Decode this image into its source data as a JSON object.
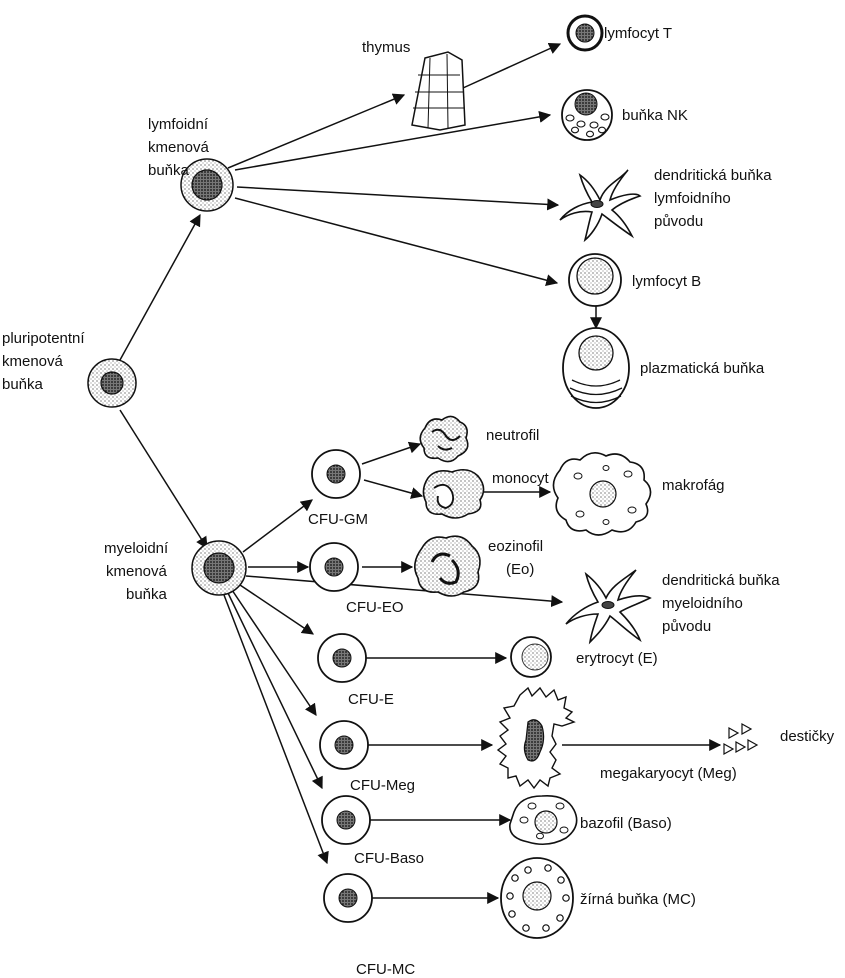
{
  "labels": {
    "pluripotent": [
      "pluripotentní",
      "kmenová",
      "buňka"
    ],
    "lymphoid": [
      "lymfoidní",
      "kmenová",
      "buňka"
    ],
    "myeloid": [
      "myeloidní",
      "kmenová",
      "buňka"
    ],
    "thymus": "thymus",
    "t_cell": "lymfocyt T",
    "nk_cell": "buňka NK",
    "dendritic_lymphoid": [
      "dendritická buňka",
      "lymfoidního",
      "původu"
    ],
    "b_cell": "lymfocyt B",
    "plasma_cell": "plazmatická buňka",
    "neutrophil": "neutrofil",
    "monocyte": "monocyt",
    "macrophage": "makrofág",
    "eosinophil": [
      "eozinofil",
      "(Eo)"
    ],
    "dendritic_myeloid": [
      "dendritická buňka",
      "myeloidního",
      "původu"
    ],
    "erythrocyte": "erytrocyt (E)",
    "platelets": "destičky",
    "megakaryocyte": "megakaryocyt (Meg)",
    "basophil": "bazofil (Baso)",
    "mast_cell": "žírná buňka (MC)",
    "cfu_gm": "CFU-GM",
    "cfu_eo": "CFU-EO",
    "cfu_e": "CFU-E",
    "cfu_meg": "CFU-Meg",
    "cfu_baso": "CFU-Baso",
    "cfu_mc": "CFU-MC"
  }
}
